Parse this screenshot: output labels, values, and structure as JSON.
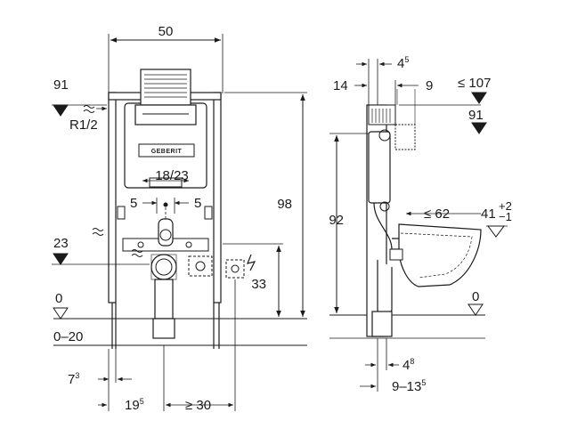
{
  "front_view": {
    "width_label": "50",
    "frame_height_label": "98",
    "level_91": "91",
    "thread_label": "R1/2",
    "level_23": "23",
    "floor_zero": "0",
    "floor_range": "0–20",
    "flush_plate_width": "18/23",
    "offset_left": "5",
    "offset_right": "5",
    "socket_height": "33",
    "foot_offset": "7",
    "foot_offset_sup": "3",
    "pipe_offset": "19",
    "pipe_offset_sup": "5",
    "min_spacing": "≥ 30",
    "brand": "GEBERIT"
  },
  "side_view": {
    "top_offset_a": "4",
    "top_offset_a_sup": "5",
    "dim_14": "14",
    "dim_9": "9",
    "max_depth": "≤ 107",
    "level_91": "91",
    "height_92": "92",
    "bowl_depth": "≤ 62",
    "bowl_height": "41",
    "bowl_tol_plus": "+2",
    "bowl_tol_minus": "−1",
    "floor_zero": "0",
    "bottom_a": "4",
    "bottom_a_sup": "8",
    "bottom_range": "9–13",
    "bottom_range_sup": "5"
  }
}
